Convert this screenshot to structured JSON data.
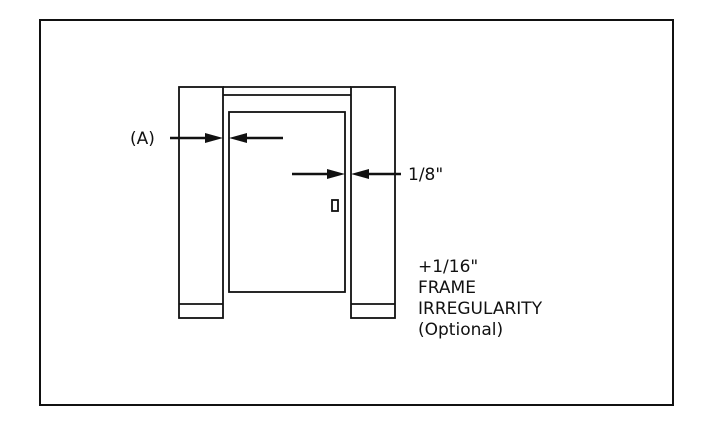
{
  "labels": {
    "dimension_a": "(A)",
    "gap_dimension": "1/8\"",
    "note_line_1": "+1/16\"",
    "note_line_2": "FRAME",
    "note_line_3": "IRREGULARITY",
    "note_line_4": "(Optional)"
  },
  "colors": {
    "line": "#111111",
    "background": "#ffffff"
  }
}
